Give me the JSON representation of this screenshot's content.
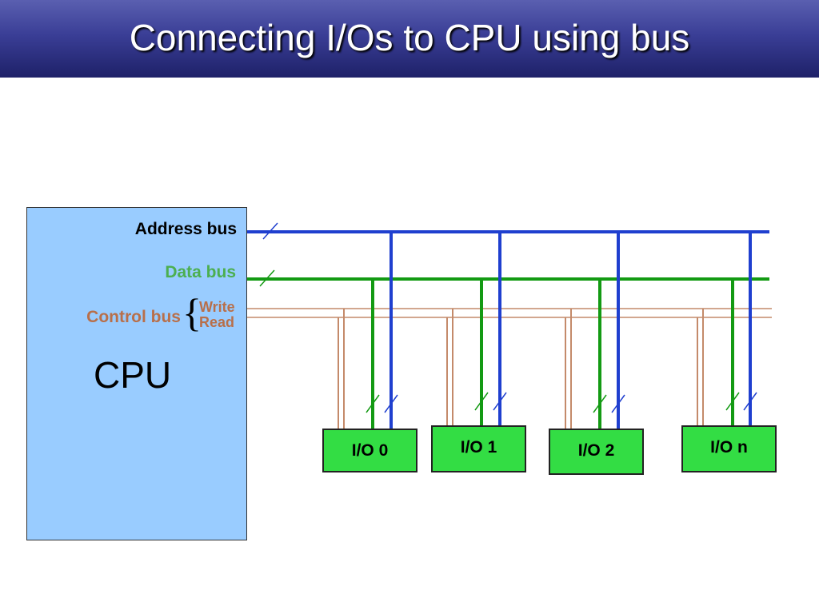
{
  "title": "Connecting I/Os to CPU using bus",
  "cpu": {
    "label": "CPU"
  },
  "buses": {
    "address": "Address bus",
    "data": "Data bus",
    "control": "Control bus",
    "write": "Write",
    "read": "Read"
  },
  "io_devices": [
    "I/O 0",
    "I/O 1",
    "I/O 2",
    "I/O n"
  ],
  "colors": {
    "address_bus": "#1f3fcf",
    "data_bus": "#139a13",
    "control_bus": "#c48a6a",
    "cpu_fill": "#99ccff",
    "io_fill": "#33dd44",
    "title_bar": "#3a3e96"
  }
}
